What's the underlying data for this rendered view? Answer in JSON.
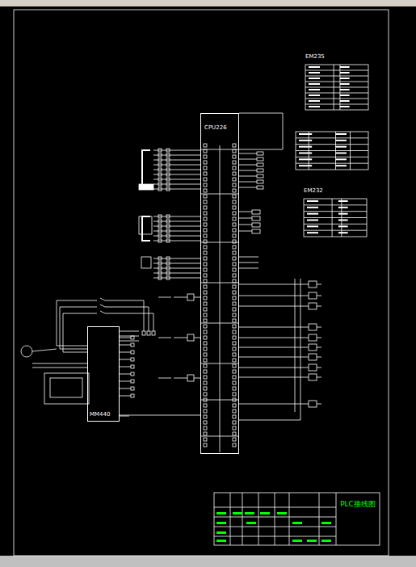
{
  "diagram": {
    "nodes": [
      {
        "text": [
          "CPU226"
        ]
      },
      {
        "text": [
          "MM440"
        ]
      },
      {
        "text": [
          "EM235"
        ]
      },
      {
        "text": [
          "EM232"
        ]
      },
      {
        "text": [
          "PLC接线图"
        ]
      }
    ],
    "edges": [
      {
        "from": 1,
        "to": 0,
        "arrow": "none"
      }
    ]
  }
}
